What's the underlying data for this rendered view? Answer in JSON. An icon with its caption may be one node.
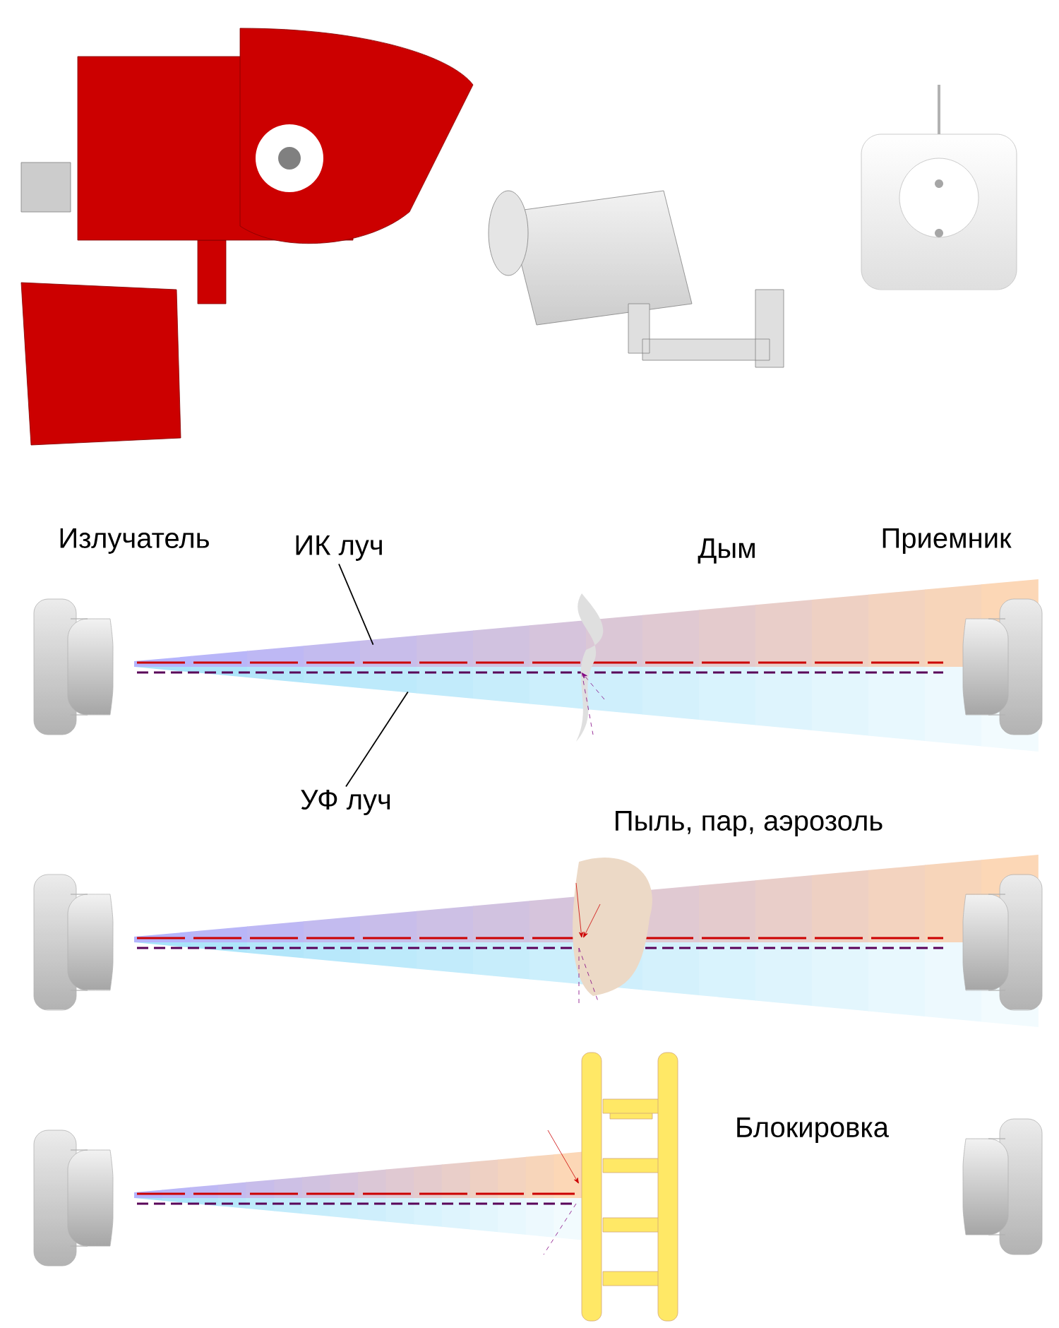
{
  "diagram": {
    "nodes": [
      {
        "text": [
          "ИК луч"
        ]
      },
      {
        "text": [
          "УФ луч"
        ]
      },
      {
        "text": [],
        "shape": "picture"
      },
      {
        "text": [],
        "shape": "picture"
      }
    ],
    "edges": [
      {
        "from": 0,
        "to": 2,
        "arrow": "none"
      },
      {
        "from": 1,
        "to": 3,
        "arrow": "none"
      }
    ],
    "labels": [
      "Излучатель",
      "Дым",
      "Приемник",
      "Пыль, пар, аэрозоль",
      "Блокировка"
    ]
  }
}
